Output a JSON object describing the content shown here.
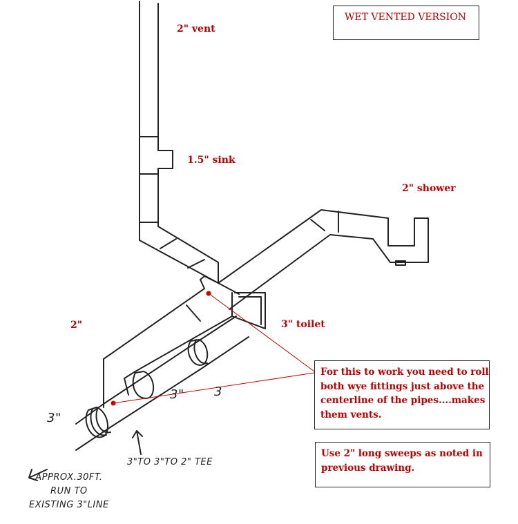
{
  "title": "WET VENTED VERSION",
  "labels": {
    "vent": "2\" vent",
    "sink": "1.5\" sink",
    "shower": "2\" shower",
    "left_two": "2\"",
    "toilet": "3\" toilet"
  },
  "notes": {
    "wye": "For this to work you need to roll\nboth wye fittings just above the\ncenterline of the pipes....makes\nthem vents.",
    "sweeps": "Use 2\" long sweeps as noted in\nprevious drawing."
  },
  "handwritten": {
    "three_left": "3\"",
    "three_mid": "3\"",
    "three_right": "3",
    "tee": "3\"TO 3\"TO 2\" TEE",
    "run": "APPROX.30FT.\nRUN TO\nEXISTING 3\"LINE"
  },
  "colors": {
    "accent": "#c00000",
    "ink": "#222222",
    "marker": "#d00000"
  }
}
